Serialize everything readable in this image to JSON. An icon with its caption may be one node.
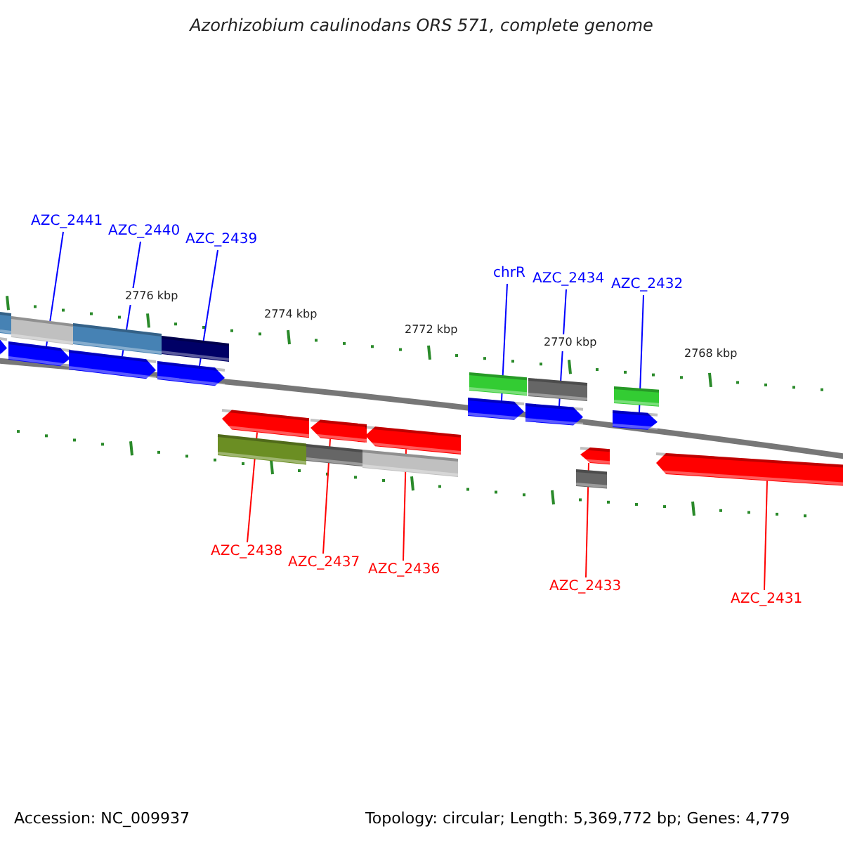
{
  "diagram": {
    "title": "Azorhizobium caulinodans ORS 571, complete genome",
    "nodes": [
      {
        "text": [
          "AZC_2441"
        ]
      },
      {
        "text": [
          "AZC_2440"
        ]
      },
      {
        "text": [
          "AZC_2439"
        ]
      },
      {
        "text": [
          "chrR"
        ]
      },
      {
        "text": [
          "AZC_2434"
        ]
      },
      {
        "text": [
          "AZC_2432"
        ]
      },
      {
        "text": [
          "AZC_2438"
        ]
      },
      {
        "text": [
          "AZC_2437"
        ]
      },
      {
        "text": [
          "AZC_2436"
        ]
      },
      {
        "text": [
          "AZC_2433"
        ]
      },
      {
        "text": [
          "AZC_2431"
        ]
      },
      {
        "text": [],
        "shape": "arrow"
      },
      {
        "text": [],
        "shape": "arrow"
      },
      {
        "text": [],
        "shape": "arrow"
      },
      {
        "text": [],
        "shape": "arrow"
      },
      {
        "text": [],
        "shape": "arrow"
      },
      {
        "text": [],
        "shape": "arrow"
      },
      {
        "text": [],
        "shape": "arrow"
      },
      {
        "text": [],
        "shape": "arrow"
      },
      {
        "text": [],
        "shape": "arrow"
      },
      {
        "text": [],
        "shape": "arrow"
      },
      {
        "text": [],
        "shape": "arrow"
      },
      {
        "text": [],
        "shape": "arrow"
      },
      {
        "text": [],
        "shape": "bar"
      },
      {
        "text": [],
        "shape": "bar"
      },
      {
        "text": [],
        "shape": "bar"
      },
      {
        "text": [],
        "shape": "bar"
      },
      {
        "text": [],
        "shape": "bar"
      },
      {
        "text": [],
        "shape": "bar"
      },
      {
        "text": [],
        "shape": "bar"
      },
      {
        "text": [],
        "shape": "bar"
      },
      {
        "text": [],
        "shape": "bar"
      },
      {
        "text": [],
        "shape": "bar"
      },
      {
        "text": [],
        "shape": "bar"
      }
    ],
    "edges": [
      {
        "from": 0,
        "to": 12,
        "arrow": "none"
      },
      {
        "from": 1,
        "to": 13,
        "arrow": "none"
      },
      {
        "from": 2,
        "to": 14,
        "arrow": "none"
      },
      {
        "from": 3,
        "to": 15,
        "arrow": "none"
      },
      {
        "from": 4,
        "to": 16,
        "arrow": "none"
      },
      {
        "from": 5,
        "to": 17,
        "arrow": "none"
      },
      {
        "from": 6,
        "to": 18,
        "arrow": "none",
        "color": "#ff0000"
      },
      {
        "from": 7,
        "to": 19,
        "arrow": "none",
        "color": "#ff0000"
      },
      {
        "from": 8,
        "to": 20,
        "arrow": "none",
        "color": "#ff0000"
      },
      {
        "from": 9,
        "to": 21,
        "arrow": "none",
        "color": "#ff0000"
      },
      {
        "from": 10,
        "to": 22,
        "arrow": "none",
        "color": "#ff0000"
      }
    ],
    "labels": [
      "2776 kbp",
      "2774 kbp",
      "2772 kbp",
      "2770 kbp",
      "2768 kbp",
      "Accession: NC_009937",
      "Topology: circular; Length: 5,369,772 bp; Genes: 4,779"
    ]
  }
}
